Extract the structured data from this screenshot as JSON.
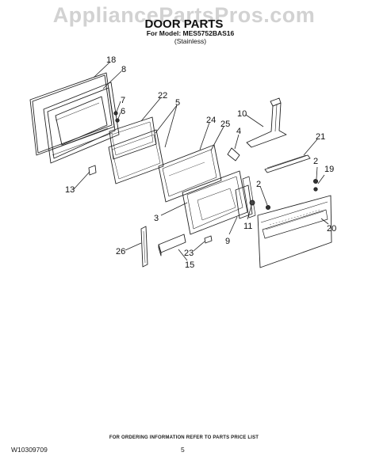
{
  "watermark": "AppliancePartsPros.com",
  "header": {
    "title": "DOOR PARTS",
    "model_line": "For Model: MES5752BAS16",
    "finish": "(Stainless)"
  },
  "callouts": [
    {
      "id": "c18",
      "label": "18"
    },
    {
      "id": "c8",
      "label": "8"
    },
    {
      "id": "c7",
      "label": "7"
    },
    {
      "id": "c6",
      "label": "6"
    },
    {
      "id": "c22",
      "label": "22"
    },
    {
      "id": "c5",
      "label": "5"
    },
    {
      "id": "c10",
      "label": "10"
    },
    {
      "id": "c24",
      "label": "24"
    },
    {
      "id": "c25",
      "label": "25"
    },
    {
      "id": "c4",
      "label": "4"
    },
    {
      "id": "c21",
      "label": "21"
    },
    {
      "id": "c13",
      "label": "13"
    },
    {
      "id": "c2a",
      "label": "2"
    },
    {
      "id": "c19",
      "label": "19"
    },
    {
      "id": "c2b",
      "label": "2"
    },
    {
      "id": "c3",
      "label": "3"
    },
    {
      "id": "c9",
      "label": "9"
    },
    {
      "id": "c11",
      "label": "11"
    },
    {
      "id": "c20",
      "label": "20"
    },
    {
      "id": "c26",
      "label": "26"
    },
    {
      "id": "c23",
      "label": "23"
    },
    {
      "id": "c15",
      "label": "15"
    }
  ],
  "footer": {
    "note": "FOR ORDERING INFORMATION REFER TO PARTS PRICE LIST",
    "doc_number": "W10309709",
    "page_number": "5"
  }
}
